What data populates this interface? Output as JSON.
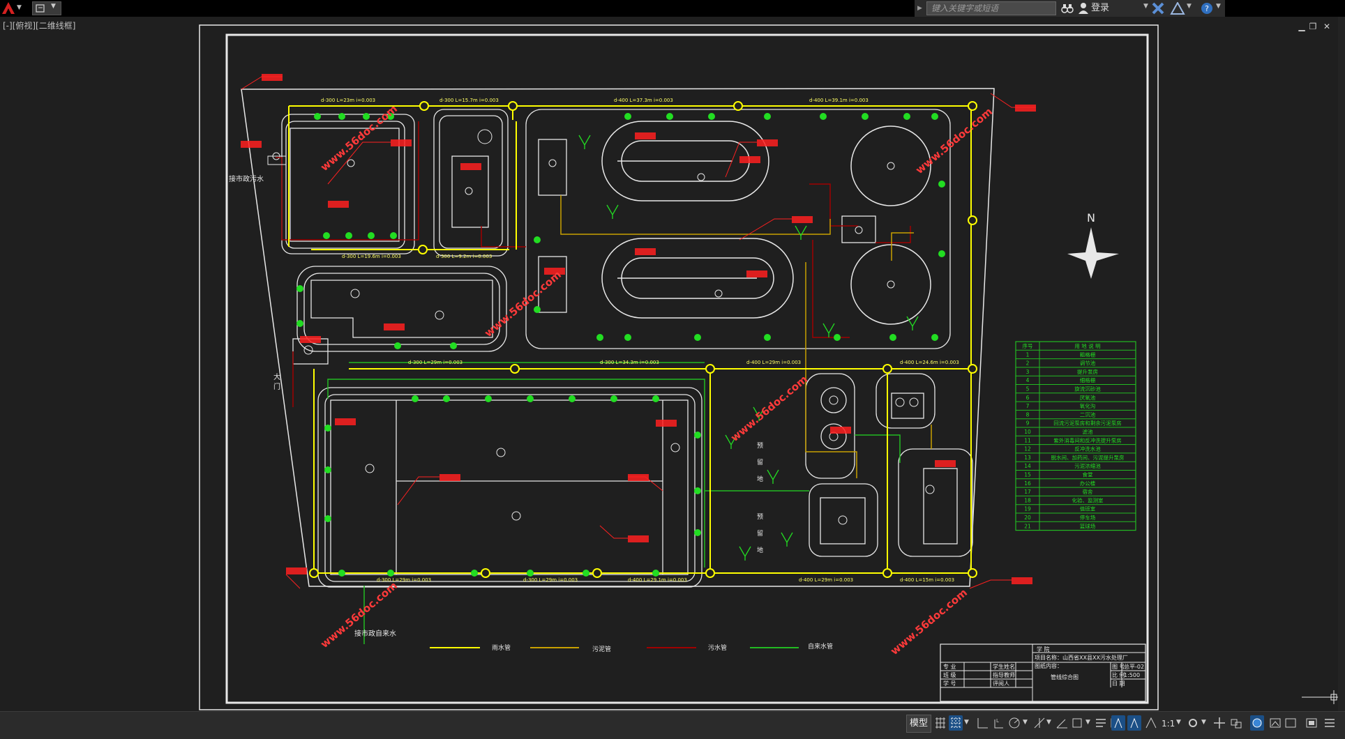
{
  "app": {
    "search_placeholder": "键入关键字或短语",
    "login_label": "登录",
    "viewport_label": "[-][俯视][二维线框]",
    "model_tab": "模型",
    "scale": "1:1"
  },
  "drawing": {
    "labels": {
      "drain_outlet": "接市政污水",
      "water_supply": "接市政自来水",
      "main_gate": "大\n门",
      "green_area_1": "预\n留\n地",
      "green_area_2": "预\n留\n地",
      "north": "N"
    },
    "watermark": "www.56doc.com",
    "pipe_labels_top": [
      "d-300 L=23m i=0.003",
      "d-300 L=15.7m i=0.003",
      "d-400 L=37.3m i=0.003",
      "d-400 L=39.1m i=0.003"
    ],
    "pipe_labels_mid": [
      "d-300 L=19.6m i=0.003",
      "d-300 L=9.2m i=0.003"
    ],
    "pipe_labels_low": [
      "d-300 L=29m i=0.003",
      "d-300 L=34.3m i=0.003",
      "d-400 L=29m i=0.003",
      "d-400 L=24.6m i=0.003"
    ],
    "pipe_labels_bottom": [
      "d-300 L=29m i=0.003",
      "d-300 L=29m i=0.003",
      "d-400 L=29.1m i=0.003",
      "d-400 L=29m i=0.003",
      "d-400 L=15m i=0.003"
    ],
    "legend_lines": [
      {
        "label": "雨水管",
        "color": "#ffff00"
      },
      {
        "label": "污泥管",
        "color": "#c8a000"
      },
      {
        "label": "污水管",
        "color": "#a00000"
      },
      {
        "label": "自来水管",
        "color": "#22bb22"
      }
    ],
    "table": {
      "header": [
        "序号",
        "用 地 说 明"
      ],
      "rows": [
        [
          "1",
          "粗格栅"
        ],
        [
          "2",
          "调节池"
        ],
        [
          "3",
          "提升泵房"
        ],
        [
          "4",
          "细格栅"
        ],
        [
          "5",
          "旋流沉砂池"
        ],
        [
          "6",
          "厌氧池"
        ],
        [
          "7",
          "氧化沟"
        ],
        [
          "8",
          "二沉池"
        ],
        [
          "9",
          "回流污泥泵房和剩余污泥泵房"
        ],
        [
          "10",
          "滤池"
        ],
        [
          "11",
          "紫外消毒间和反冲洗提升泵房"
        ],
        [
          "12",
          "反冲洗水池"
        ],
        [
          "13",
          "脱水间、加药间、污泥提升泵房"
        ],
        [
          "14",
          "污泥浓缩池"
        ],
        [
          "15",
          "食堂"
        ],
        [
          "16",
          "办公楼"
        ],
        [
          "17",
          "宿舍"
        ],
        [
          "18",
          "化验、监测室"
        ],
        [
          "19",
          "值班室"
        ],
        [
          "20",
          "停车场"
        ],
        [
          "21",
          "篮球场"
        ]
      ]
    },
    "title_block": {
      "school": "学 院",
      "project_name": "项目名称：山西省XX县XX污水处理厂",
      "drawing_content": "图纸内容：",
      "drawing_title": "管线综合图",
      "major": "专 业",
      "class": "班 级",
      "student_no": "学 号",
      "student_name": "学生姓名",
      "advisor": "指导教师",
      "reviewer": "评阅人",
      "drawing_no_label": "图 号",
      "drawing_no": "总平-02",
      "scale_label": "比 例",
      "scale": "1:500",
      "date_label": "日 期"
    }
  },
  "colors": {
    "canvas": "#1f1f1f",
    "rain_pipe": "#ffff00",
    "sludge_pipe": "#c8a000",
    "sewage_pipe": "#a00000",
    "water_pipe": "#22bb22",
    "annotation": "#ff2020",
    "watermark": "#ff3a3a",
    "structure": "#e8e8e8",
    "tree": "#22dd22"
  }
}
